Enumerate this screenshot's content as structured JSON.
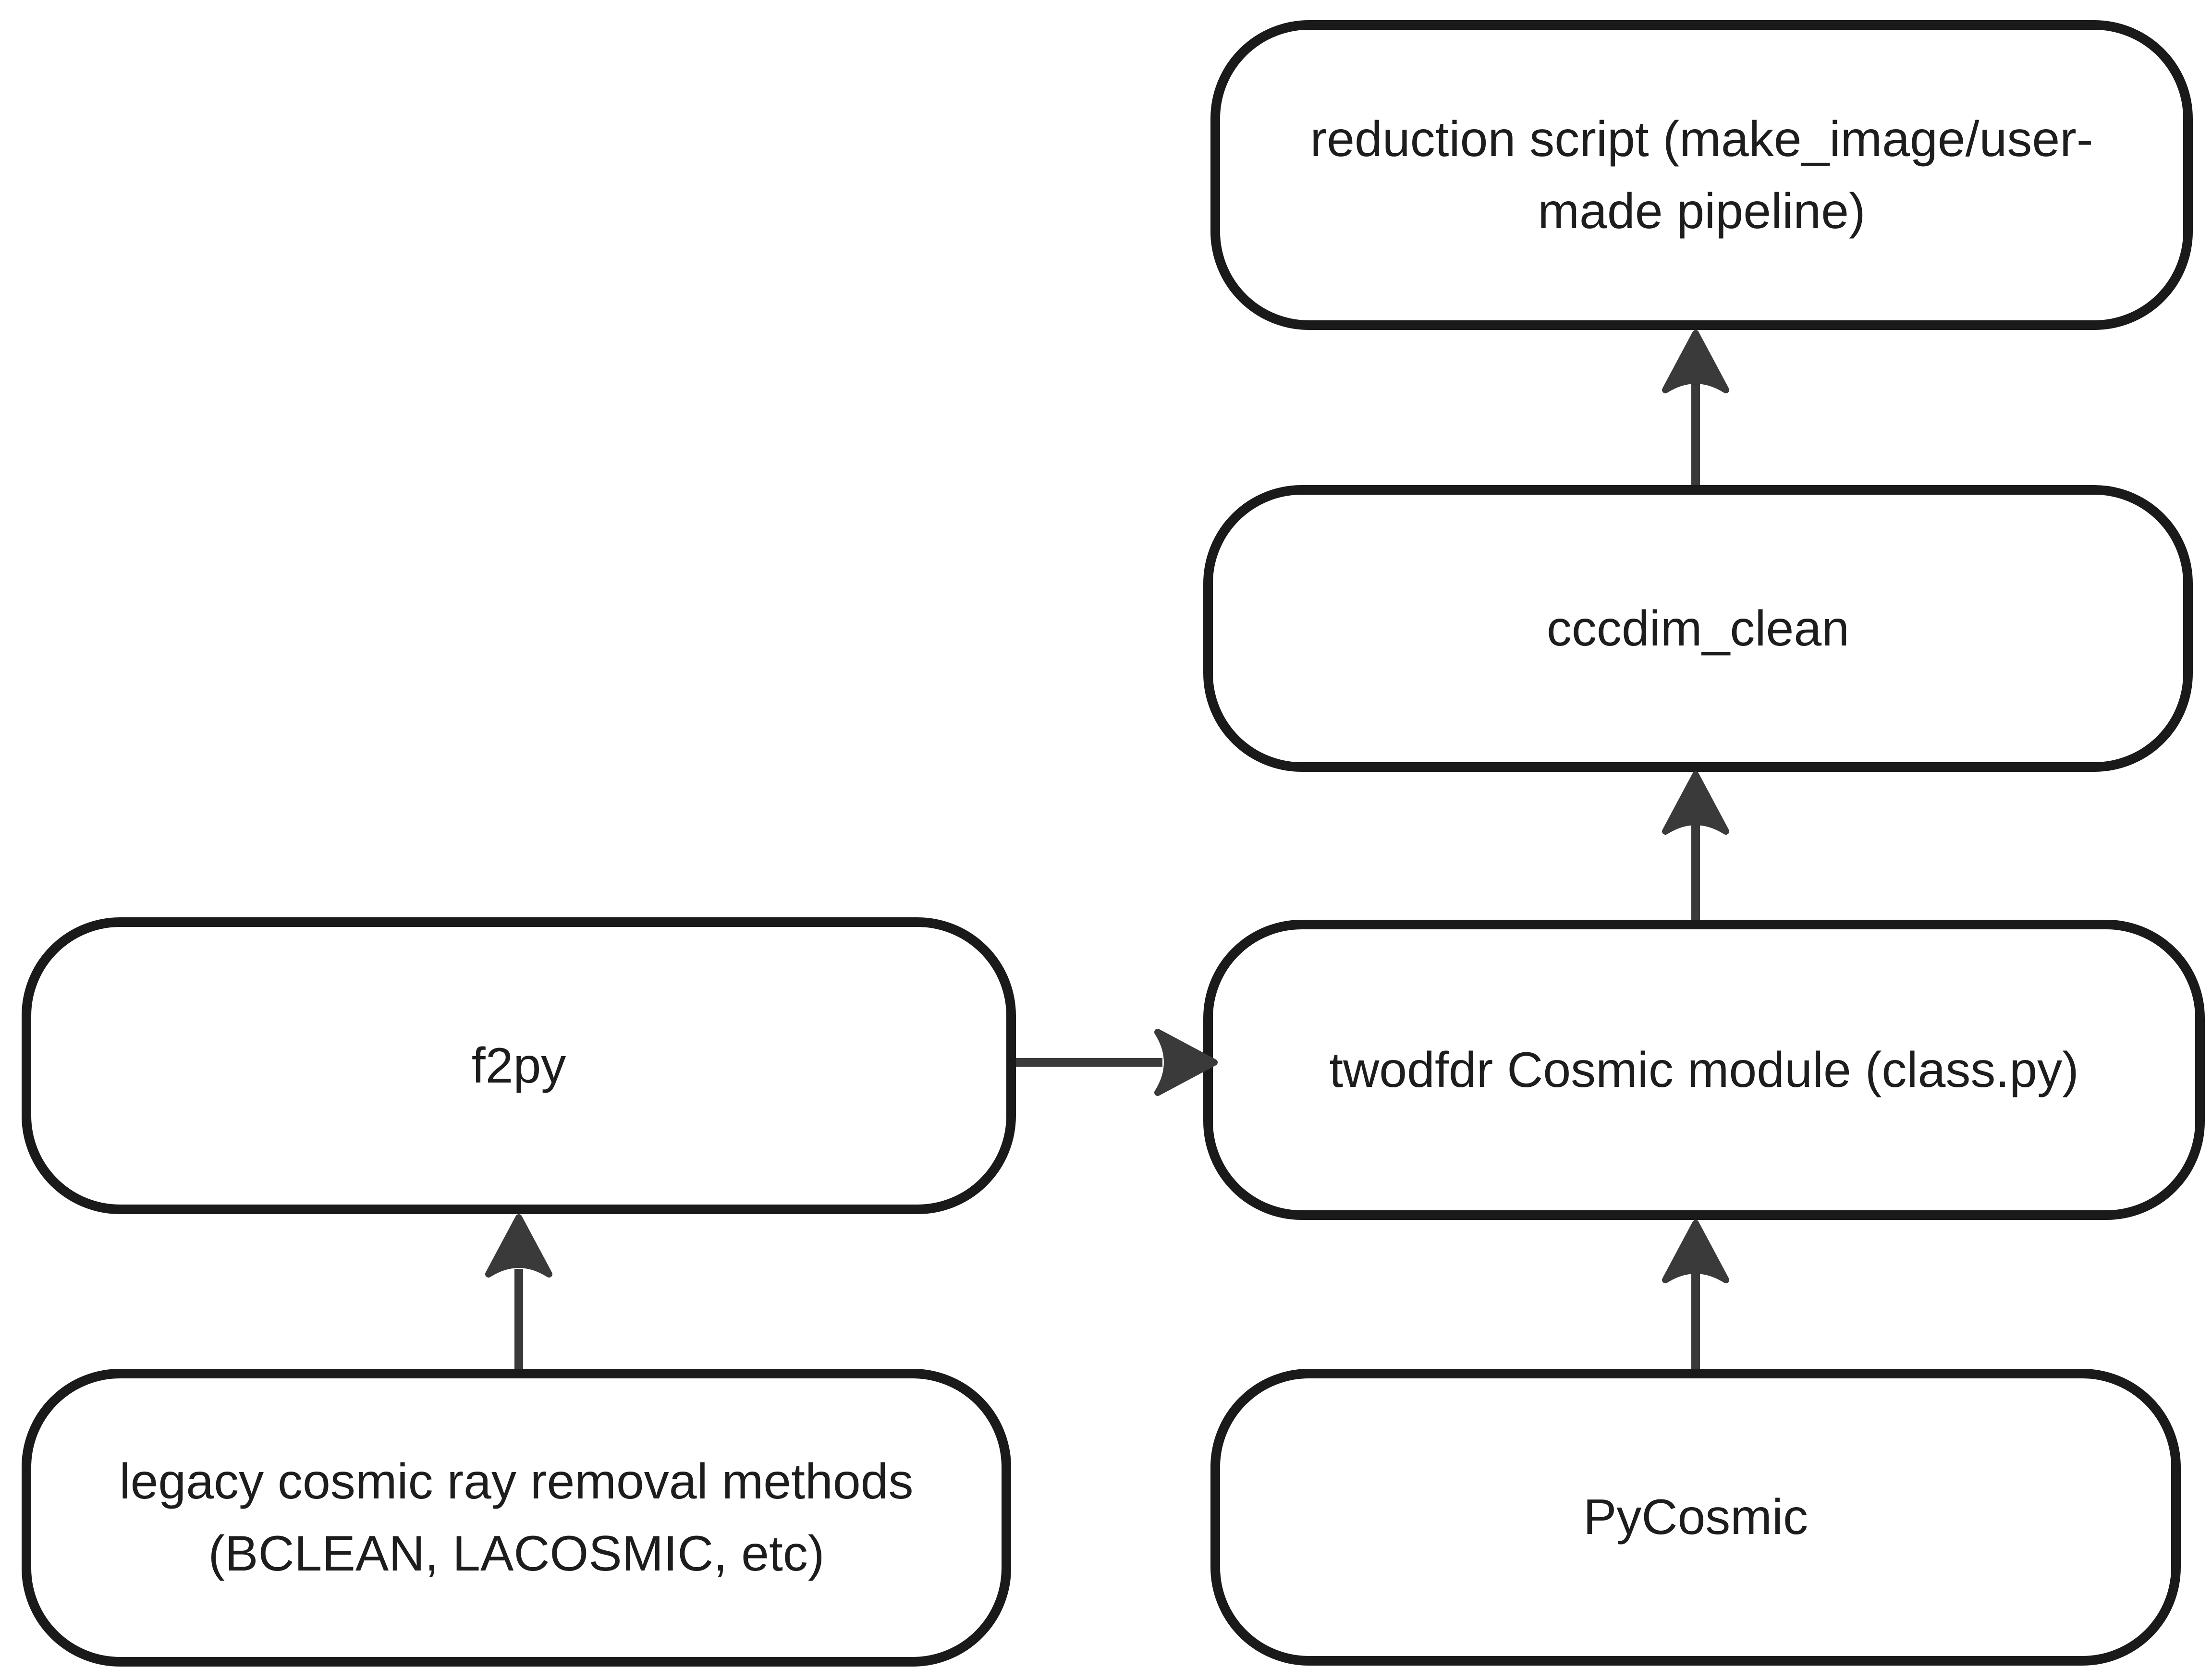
{
  "diagram": {
    "type": "flowchart",
    "colors": {
      "node_border": "#1a1a1a",
      "node_fill": "#ffffff",
      "arrow": "#3a3a3a",
      "text": "#1d1d1d",
      "background": "#ffffff"
    },
    "nodes": {
      "reduction_script": {
        "lines": [
          "reduction script (make_image/user-",
          "made pipeline)"
        ]
      },
      "cccdim_clean": {
        "lines": [
          "cccdim_clean"
        ]
      },
      "twodfdr_cosmic_module": {
        "lines": [
          "twodfdr Cosmic module (class.py)"
        ]
      },
      "pycosmic": {
        "lines": [
          "PyCosmic"
        ]
      },
      "f2py": {
        "lines": [
          "f2py"
        ]
      },
      "legacy_methods": {
        "lines": [
          "legacy cosmic ray removal methods",
          "(BCLEAN, LACOSMIC, etc)"
        ]
      }
    },
    "edges": [
      {
        "from": "legacy_methods",
        "to": "f2py",
        "direction": "up"
      },
      {
        "from": "f2py",
        "to": "twodfdr_cosmic_module",
        "direction": "right"
      },
      {
        "from": "pycosmic",
        "to": "twodfdr_cosmic_module",
        "direction": "up"
      },
      {
        "from": "twodfdr_cosmic_module",
        "to": "cccdim_clean",
        "direction": "up"
      },
      {
        "from": "cccdim_clean",
        "to": "reduction_script",
        "direction": "up"
      }
    ]
  }
}
